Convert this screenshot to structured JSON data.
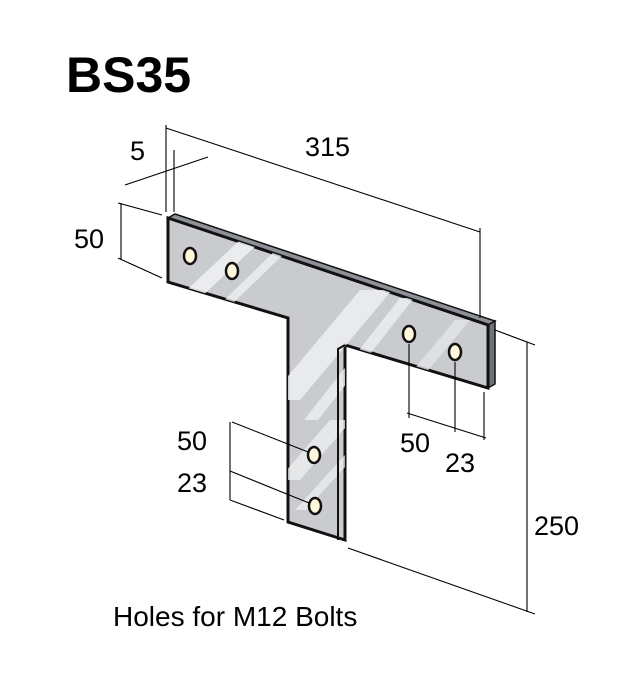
{
  "title": "BS35",
  "caption": "Holes for M12 Bolts",
  "dimensions": {
    "thickness": "5",
    "width": "315",
    "arm_height": "50",
    "total_height": "250",
    "arm_hole_spacing": "50",
    "arm_hole_edge": "23",
    "stem_hole_spacing": "50",
    "stem_hole_edge": "23"
  },
  "colors": {
    "plate": "#c9cbce",
    "plate_highlight": "#eef0f2",
    "plate_shadow": "#a8abb0",
    "outline": "#111111",
    "hole": "#fff7dc"
  }
}
